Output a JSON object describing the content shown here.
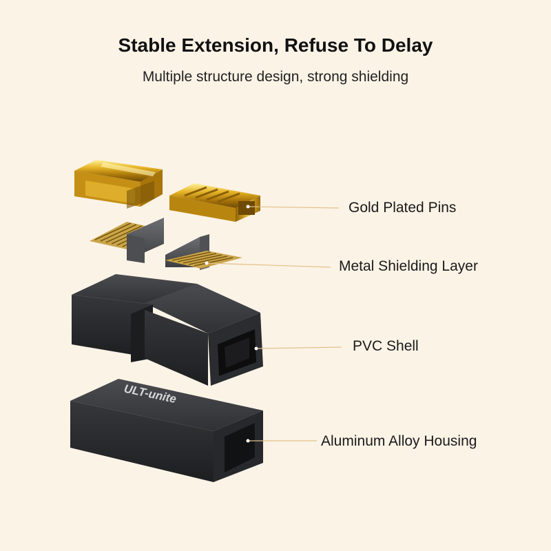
{
  "header": {
    "title": "Stable Extension, Refuse To Delay",
    "subtitle": "Multiple structure design, strong shielding"
  },
  "callouts": [
    {
      "label": "Gold Plated Pins"
    },
    {
      "label": "Metal Shielding Layer"
    },
    {
      "label": "PVC Shell"
    },
    {
      "label": "Aluminum Alloy Housing"
    }
  ],
  "brand": {
    "logo_text": "ULT-unite"
  },
  "colors": {
    "background": "#fbf3e6",
    "gold": "#d9a618",
    "shell": "#2b2d30",
    "leader_line": "#e3c08a"
  }
}
